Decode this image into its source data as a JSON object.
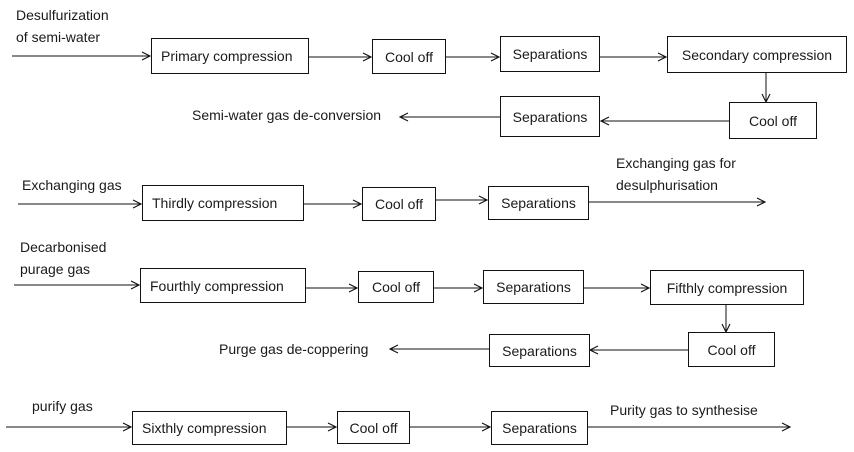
{
  "colors": {
    "stroke": "#111111",
    "text": "#1a1a1a",
    "background": "#ffffff"
  },
  "rows": [
    {
      "input_label": "Desulfurization\nof semi-water",
      "boxes": [
        "Primary compression",
        "Cool off",
        "Separations",
        "Secondary compression"
      ],
      "return_boxes": [
        "Cool off",
        "Separations"
      ],
      "output_label": "Semi-water gas de-conversion"
    },
    {
      "input_label": "Exchanging gas",
      "boxes": [
        "Thirdly compression",
        "Cool off",
        "Separations"
      ],
      "output_label": "Exchanging gas for\ndesulphurisation"
    },
    {
      "input_label": "Decarbonised\npurage gas",
      "boxes": [
        "Fourthly compression",
        "Cool off",
        "Separations",
        "Fifthly compression"
      ],
      "return_boxes": [
        "Cool off",
        "Separations"
      ],
      "output_label": "Purge gas de-coppering"
    },
    {
      "input_label": "purify gas",
      "boxes": [
        "Sixthly compression",
        "Cool off",
        "Separations"
      ],
      "output_label": "Purity gas to synthesise"
    }
  ]
}
